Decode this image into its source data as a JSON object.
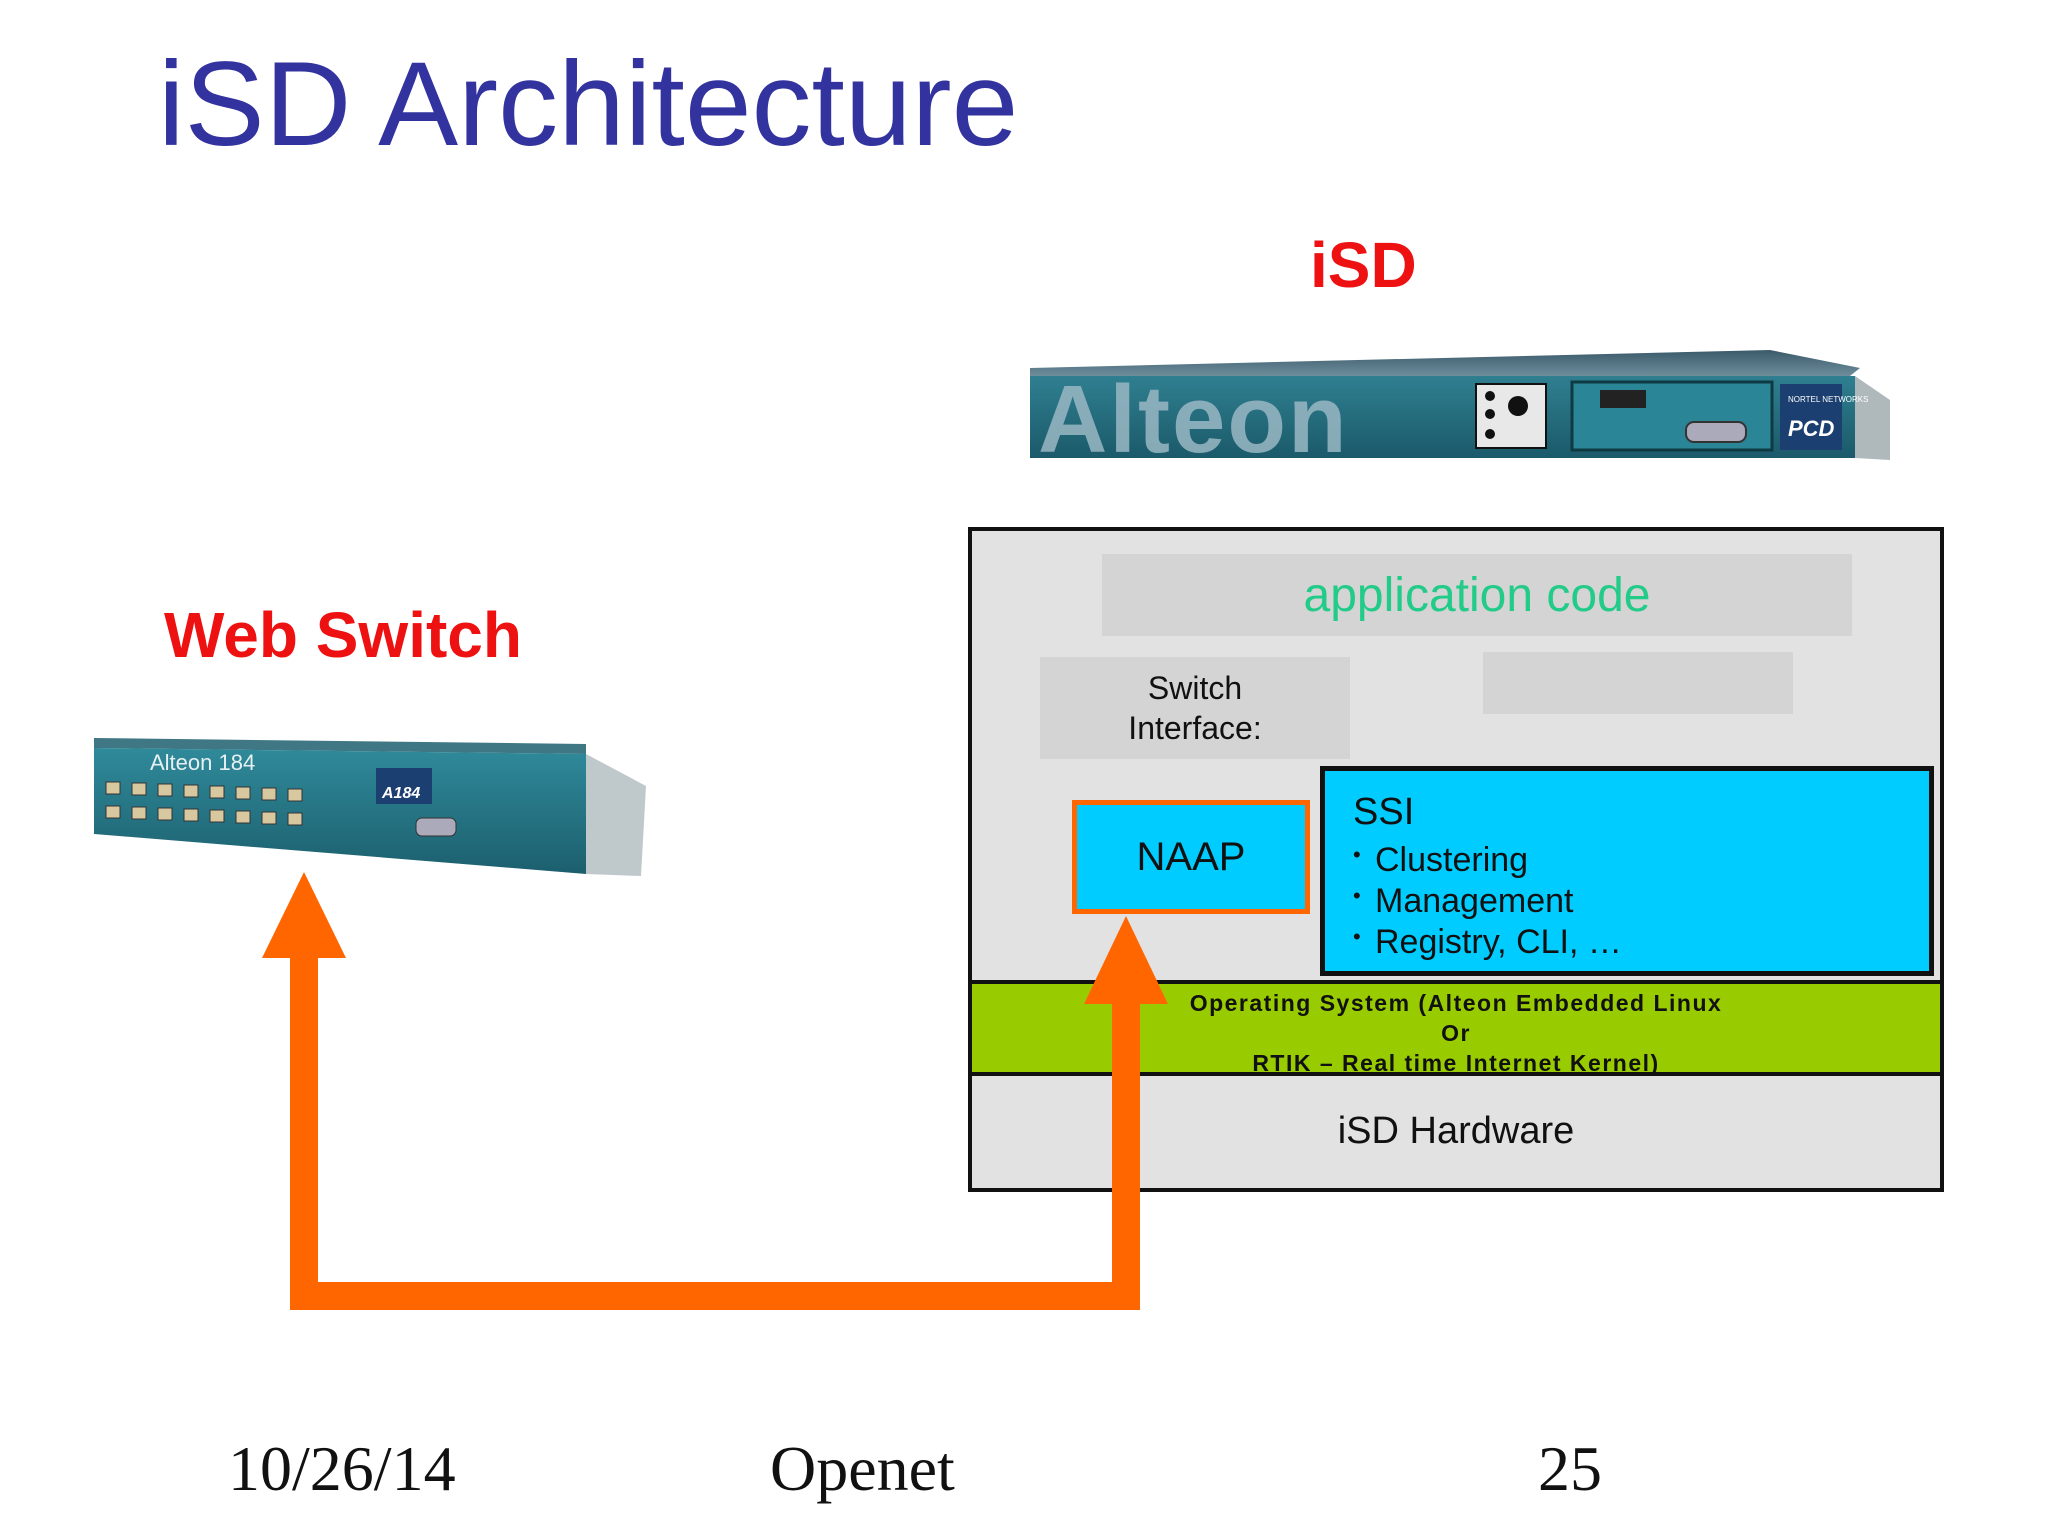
{
  "slide": {
    "title": "iSD Architecture",
    "isd_label": "iSD",
    "web_switch_label": "Web Switch",
    "isd_device": {
      "brand_text": "Alteon",
      "maker_text": "NORTEL NETWORKS",
      "badge_text": "PCD"
    },
    "web_switch_device": {
      "model_text": "Alteon 184",
      "badge_text": "A184"
    },
    "architecture": {
      "application_code": "application code",
      "switch_interface_line1": "Switch",
      "switch_interface_line2": "Interface:",
      "naap": "NAAP",
      "ssi_title": "SSI",
      "ssi_items": [
        "Clustering",
        "Management",
        "Registry, CLI, …"
      ],
      "os_line1": "Operating System (Alteon Embedded Linux",
      "os_line2": "Or",
      "os_line3": "RTIK – Real time Internet Kernel)",
      "hardware": "iSD Hardware"
    },
    "footer": {
      "date": "10/26/14",
      "center": "Openet",
      "page": "25"
    },
    "colors": {
      "title": "#3333a0",
      "label_red": "#ee1111",
      "arrow": "#ff6600",
      "app_code_text": "#22cc88",
      "ssi_fill": "#00ccff",
      "os_fill": "#99cc00"
    }
  }
}
